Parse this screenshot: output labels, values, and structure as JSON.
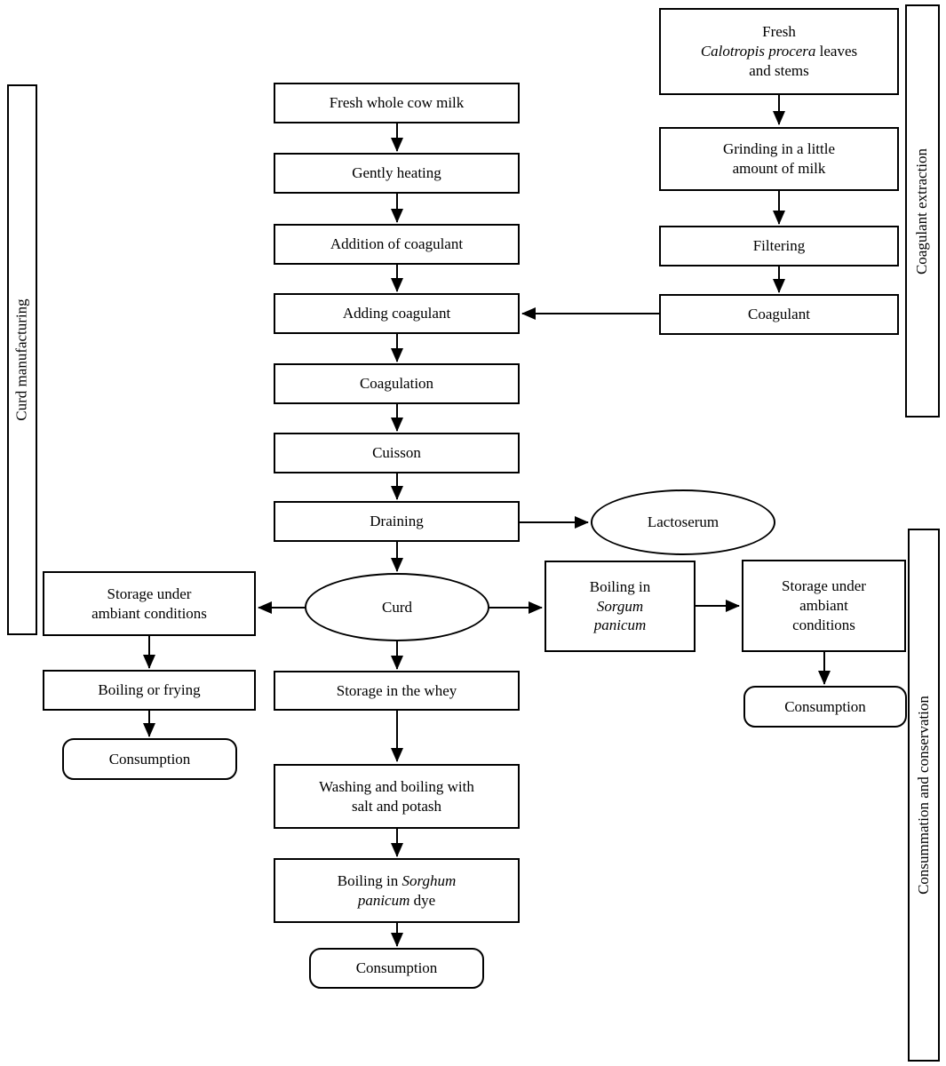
{
  "bands": {
    "left": "Curd manufacturing",
    "top_right": "Coagulant extraction",
    "bottom_right": "Consummation and conservation"
  },
  "main": {
    "fresh_milk": "Fresh whole cow milk",
    "gently_heating": "Gently heating",
    "addition_of_coagulant": "Addition of coagulant",
    "adding_coagulant": "Adding coagulant",
    "coagulation": "Coagulation",
    "cuisson": "Cuisson",
    "draining": "Draining",
    "curd": "Curd",
    "storage_in_whey": "Storage in the whey",
    "washing": {
      "line1": "Washing and boiling with",
      "line2": "salt and potash"
    },
    "boiling_dye": {
      "pre": "Boiling in ",
      "italic_line1": "Sorghum",
      "italic_line2": "panicum",
      "post": " dye"
    },
    "consumption": "Consumption"
  },
  "extraction": {
    "fresh_leaves": {
      "line1": "Fresh",
      "italic": "Calotropis procera",
      "after_italic": " leaves",
      "line3": "and stems"
    },
    "grinding": {
      "line1": "Grinding in a little",
      "line2": "amount of milk"
    },
    "filtering": "Filtering",
    "coagulant": "Coagulant"
  },
  "whey_branch": {
    "lactoserum": "Lactoserum"
  },
  "left_branch": {
    "storage": {
      "line1": "Storage under",
      "line2": "ambiant conditions"
    },
    "boiling_or_frying": "Boiling or frying",
    "consumption": "Consumption"
  },
  "right_branch": {
    "boiling_sorgum": {
      "line1": "Boiling in",
      "italic_line1": "Sorgum",
      "italic_line2": "panicum"
    },
    "storage": {
      "line1": "Storage under",
      "line2": "ambiant",
      "line3": "conditions"
    },
    "consumption": "Consumption"
  }
}
